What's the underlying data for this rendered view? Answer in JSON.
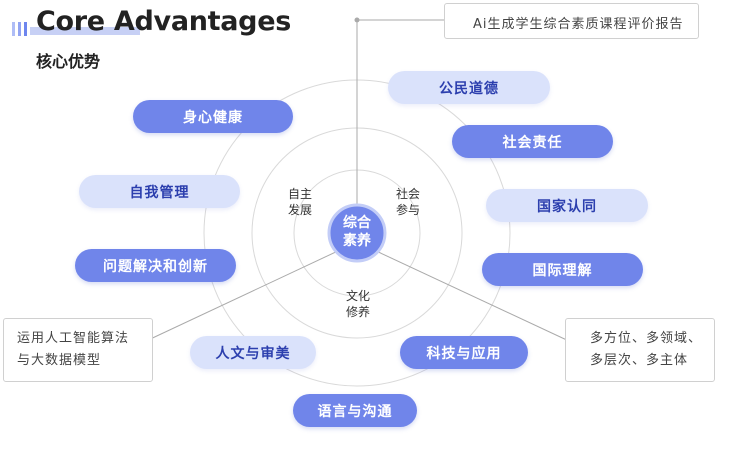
{
  "header": {
    "title_en": "Core Advantages",
    "title_zh": "核心优势"
  },
  "center": {
    "line1": "综合",
    "line2": "素养"
  },
  "inner_labels": {
    "left": {
      "line1": "自主",
      "line2": "发展"
    },
    "right": {
      "line1": "社会",
      "line2": "参与"
    },
    "bottom": {
      "line1": "文化",
      "line2": "修养"
    }
  },
  "pills": {
    "shenxin": "身心健康",
    "ziwo": "自我管理",
    "wenti": "问题解决和创新",
    "renwen": "人文与审美",
    "yuyan": "语言与沟通",
    "keji": "科技与应用",
    "gongmin": "公民道德",
    "shehui": "社会责任",
    "guojia": "国家认同",
    "guoji": "国际理解"
  },
  "callouts": {
    "top": "Ai生成学生综合素质课程评价报告",
    "left": {
      "line1": "运用人工智能算法",
      "line2": "与大数据模型"
    },
    "right": {
      "line1": "多方位、多领域、",
      "line2": "多层次、多主体"
    }
  },
  "colors": {
    "accent": "#7085ea",
    "accent_light": "#dae2fb",
    "ring": "#d9d9d9",
    "connector": "#aaaaaa"
  }
}
